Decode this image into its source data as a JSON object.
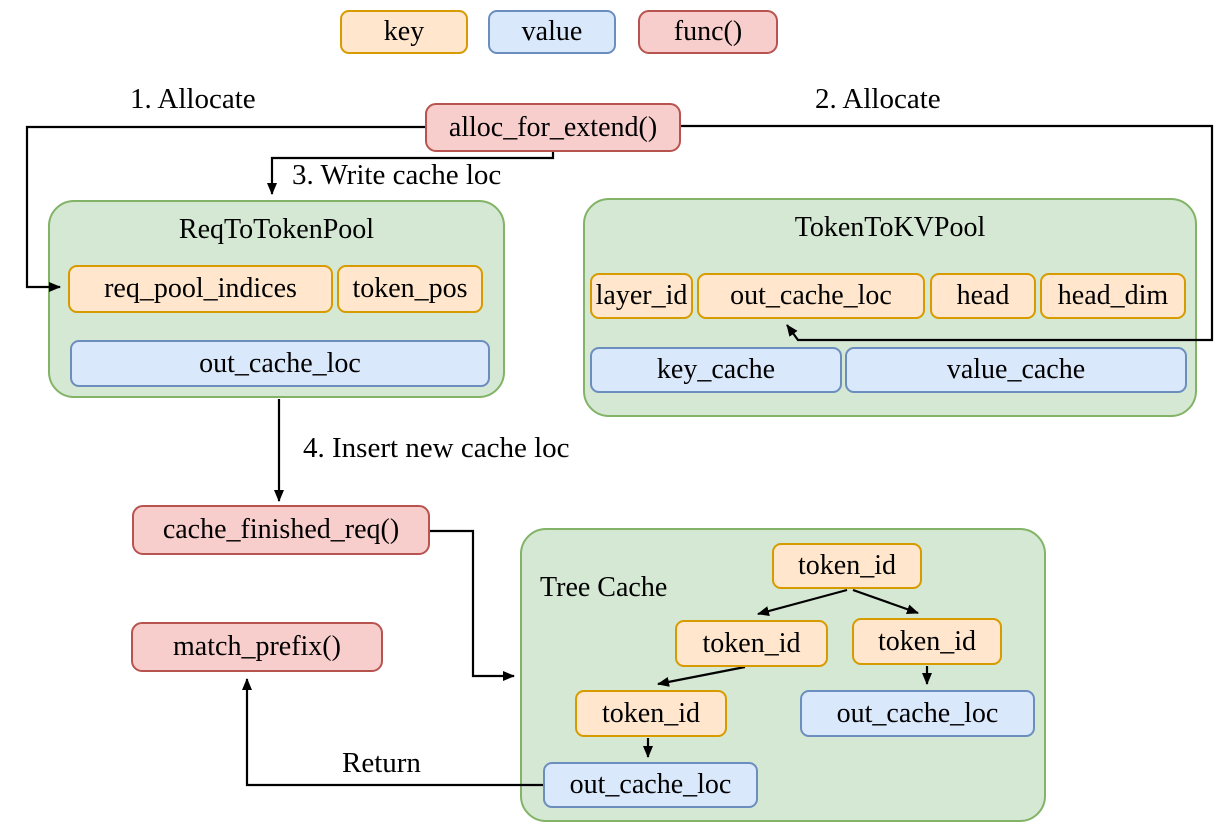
{
  "legend": {
    "key_label": "key",
    "value_label": "value",
    "func_label": "func()"
  },
  "functions": {
    "alloc_for_extend": "alloc_for_extend()",
    "cache_finished_req": "cache_finished_req()",
    "match_prefix": "match_prefix()"
  },
  "edges": {
    "allocate1": "1. Allocate",
    "allocate2": "2. Allocate",
    "write_cache_loc": "3. Write cache loc",
    "insert_new_cache_loc": "4. Insert new cache loc",
    "return": "Return"
  },
  "pools": {
    "req_to_token": {
      "title": "ReqToTokenPool",
      "keys": [
        "req_pool_indices",
        "token_pos"
      ],
      "values": [
        "out_cache_loc"
      ]
    },
    "token_to_kv": {
      "title": "TokenToKVPool",
      "keys": [
        "layer_id",
        "out_cache_loc",
        "head",
        "head_dim"
      ],
      "values": [
        "key_cache",
        "value_cache"
      ]
    },
    "tree_cache": {
      "title": "Tree Cache",
      "root": "token_id",
      "left_child": "token_id",
      "right_child": "token_id",
      "left_grandchild": "token_id",
      "right_leaf": "out_cache_loc",
      "bottom_leaf": "out_cache_loc"
    }
  },
  "colors": {
    "key_fill": "#FFE6CC",
    "key_stroke": "#D79B00",
    "value_fill": "#DAE8FC",
    "value_stroke": "#6C8EBF",
    "func_fill": "#F8CECC",
    "func_stroke": "#B85450",
    "pool_fill": "#D5E8D4",
    "pool_stroke": "#82B366",
    "arrow": "#000000",
    "text": "#000000",
    "background": "#FFFFFF"
  }
}
